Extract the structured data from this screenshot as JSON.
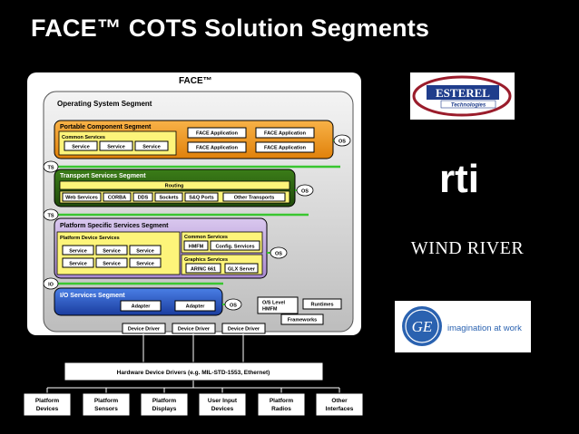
{
  "slide": {
    "title": "FACE™ COTS Solution Segments"
  },
  "diagram": {
    "face_label": "FACE™",
    "os_segment": "Operating System Segment",
    "portable": {
      "title": "Portable Component Segment",
      "common_services": "Common Services",
      "services": [
        "Service",
        "Service",
        "Service"
      ],
      "face_apps": [
        "FACE Application",
        "FACE Application",
        "FACE Application",
        "FACE Application"
      ],
      "os_tag": "OS"
    },
    "ts_tags": [
      "TS",
      "TS"
    ],
    "transport": {
      "title": "Transport Services Segment",
      "routing": "Routing",
      "items": [
        "Web Services",
        "CORBA",
        "DDS",
        "Sockets",
        "S&Q Ports",
        "Other Transports"
      ],
      "os_tag": "OS"
    },
    "platform_specific": {
      "title": "Platform Specific Services Segment",
      "device_services": "Platform Device Services",
      "services": [
        "Service",
        "Service",
        "Service",
        "Service",
        "Service",
        "Service"
      ],
      "common_services": "Common Services",
      "hmfm": "HMFM",
      "config_services": "Config. Services",
      "graphics_services": "Graphics Services",
      "arinc": "ARINC 661",
      "glx": "GLX Server",
      "os_tag": "OS"
    },
    "io_tag": "IO",
    "io": {
      "title": "I/O Services Segment",
      "adapters": [
        "Adapter",
        "Adapter"
      ],
      "os_tag": "OS"
    },
    "os_level_hmfm": "O/S Level HMFM",
    "runtimes": "Runtimes",
    "frameworks": "Frameworks",
    "device_drivers": [
      "Device Driver",
      "Device Driver",
      "Device Driver"
    ],
    "hardware_drivers": "Hardware Device Drivers (e.g. MIL-STD-1553, Ethernet)",
    "platform_boxes": [
      {
        "line1": "Platform",
        "line2": "Devices"
      },
      {
        "line1": "Platform",
        "line2": "Sensors"
      },
      {
        "line1": "Platform",
        "line2": "Displays"
      },
      {
        "line1": "User Input",
        "line2": "Devices"
      },
      {
        "line1": "Platform",
        "line2": "Radios"
      },
      {
        "line1": "Other",
        "line2": "Interfaces"
      }
    ]
  },
  "logos": {
    "esterel": {
      "name": "ESTEREL",
      "sub": "Technologies"
    },
    "rti": "rti",
    "windriver": "WIND RIVER",
    "ge": {
      "mark": "GE",
      "tagline": "imagination at work"
    }
  },
  "colors": {
    "portable": "#f29a1d",
    "transport": "#2f6a12",
    "platform_specific": "#c9b3e3",
    "io": "#1f4fc2",
    "inner_yellow": "#fdf47a",
    "green_line": "#39c630",
    "esterel_blue": "#1f3d8c",
    "ge_blue": "#2a62b0"
  }
}
